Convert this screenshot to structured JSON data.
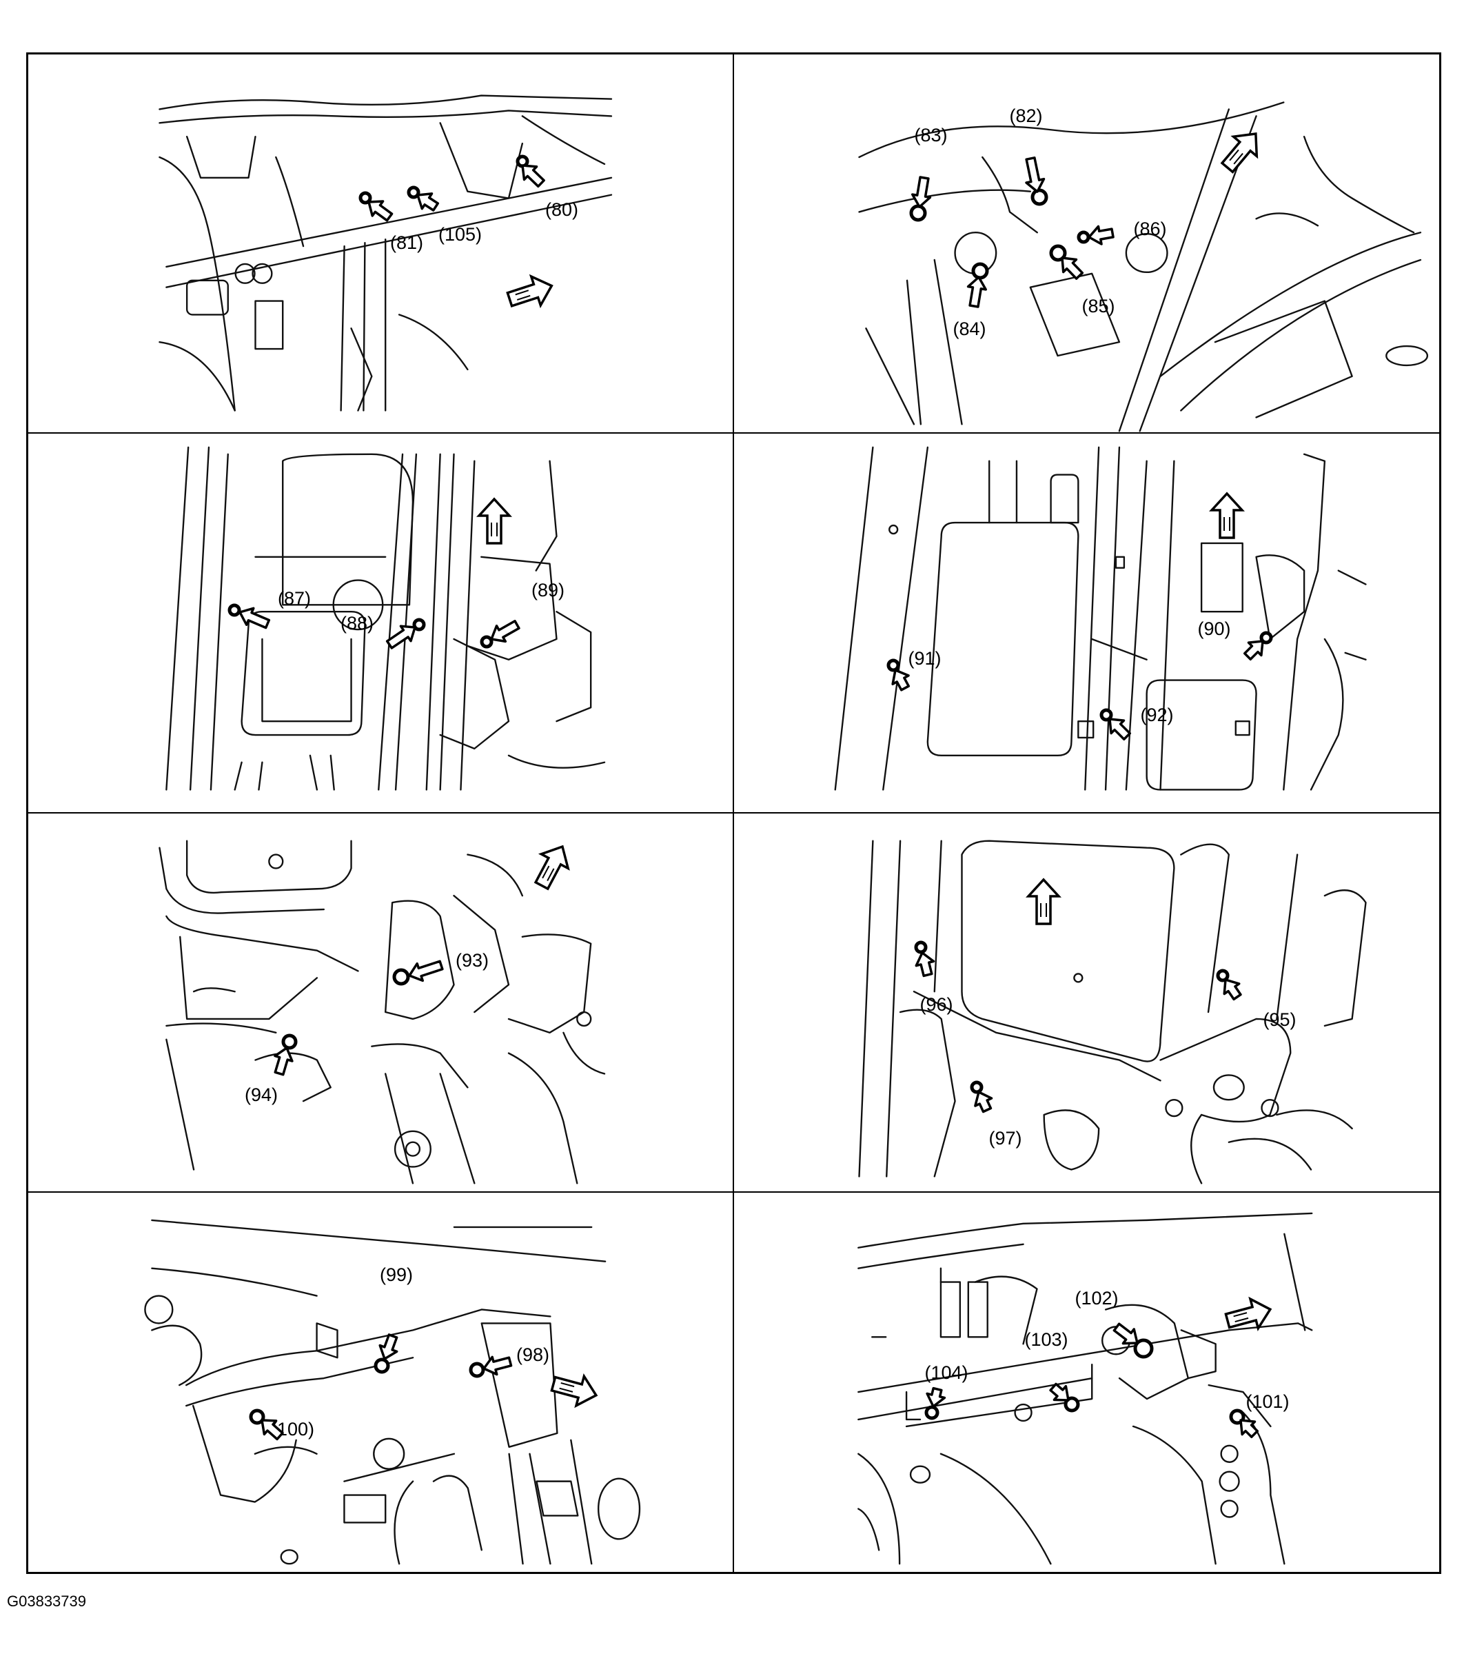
{
  "figure_id": "G03833739",
  "panels": [
    {
      "callouts": [
        "(80)",
        "(81)",
        "(105)"
      ]
    },
    {
      "callouts": [
        "(82)",
        "(83)",
        "(84)",
        "(85)",
        "(86)"
      ]
    },
    {
      "callouts": [
        "(87)",
        "(88)",
        "(89)"
      ]
    },
    {
      "callouts": [
        "(90)",
        "(91)",
        "(92)"
      ]
    },
    {
      "callouts": [
        "(93)",
        "(94)"
      ]
    },
    {
      "callouts": [
        "(95)",
        "(96)",
        "(97)"
      ]
    },
    {
      "callouts": [
        "(98)",
        "(99)",
        "(100)"
      ]
    },
    {
      "callouts": [
        "(101)",
        "(102)",
        "(103)",
        "(104)"
      ]
    }
  ],
  "icons": [
    "front-arrow-icon",
    "pointer-arrow-icon",
    "spot-weld-icon"
  ]
}
